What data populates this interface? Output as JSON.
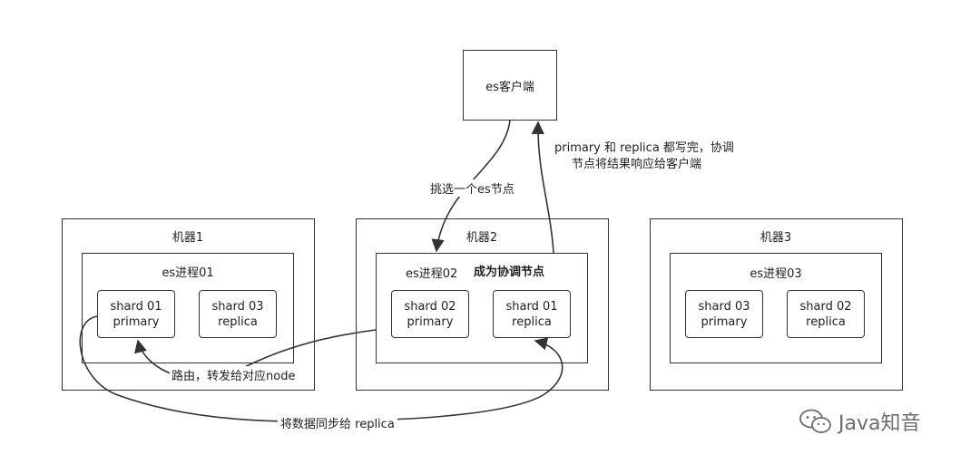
{
  "client": {
    "label": "es客户端"
  },
  "machines": [
    {
      "label": "机器1",
      "process": "es进程01",
      "shards": [
        {
          "name": "shard 01",
          "role": "primary"
        },
        {
          "name": "shard 03",
          "role": "replica"
        }
      ]
    },
    {
      "label": "机器2",
      "process": "es进程02",
      "coordinator": "成为协调节点",
      "shards": [
        {
          "name": "shard 02",
          "role": "primary"
        },
        {
          "name": "shard 01",
          "role": "replica"
        }
      ]
    },
    {
      "label": "机器3",
      "process": "es进程03",
      "shards": [
        {
          "name": "shard 03",
          "role": "primary"
        },
        {
          "name": "shard 02",
          "role": "replica"
        }
      ]
    }
  ],
  "annotations": {
    "pick_node": "挑选一个es节点",
    "response_line1": "primary 和 replica 都写完，协调",
    "response_line2": "节点将结果响应给客户端",
    "route": "路由，转发给对应node",
    "sync": "将数据同步给 replica"
  },
  "watermark": {
    "text": "Java知音"
  }
}
